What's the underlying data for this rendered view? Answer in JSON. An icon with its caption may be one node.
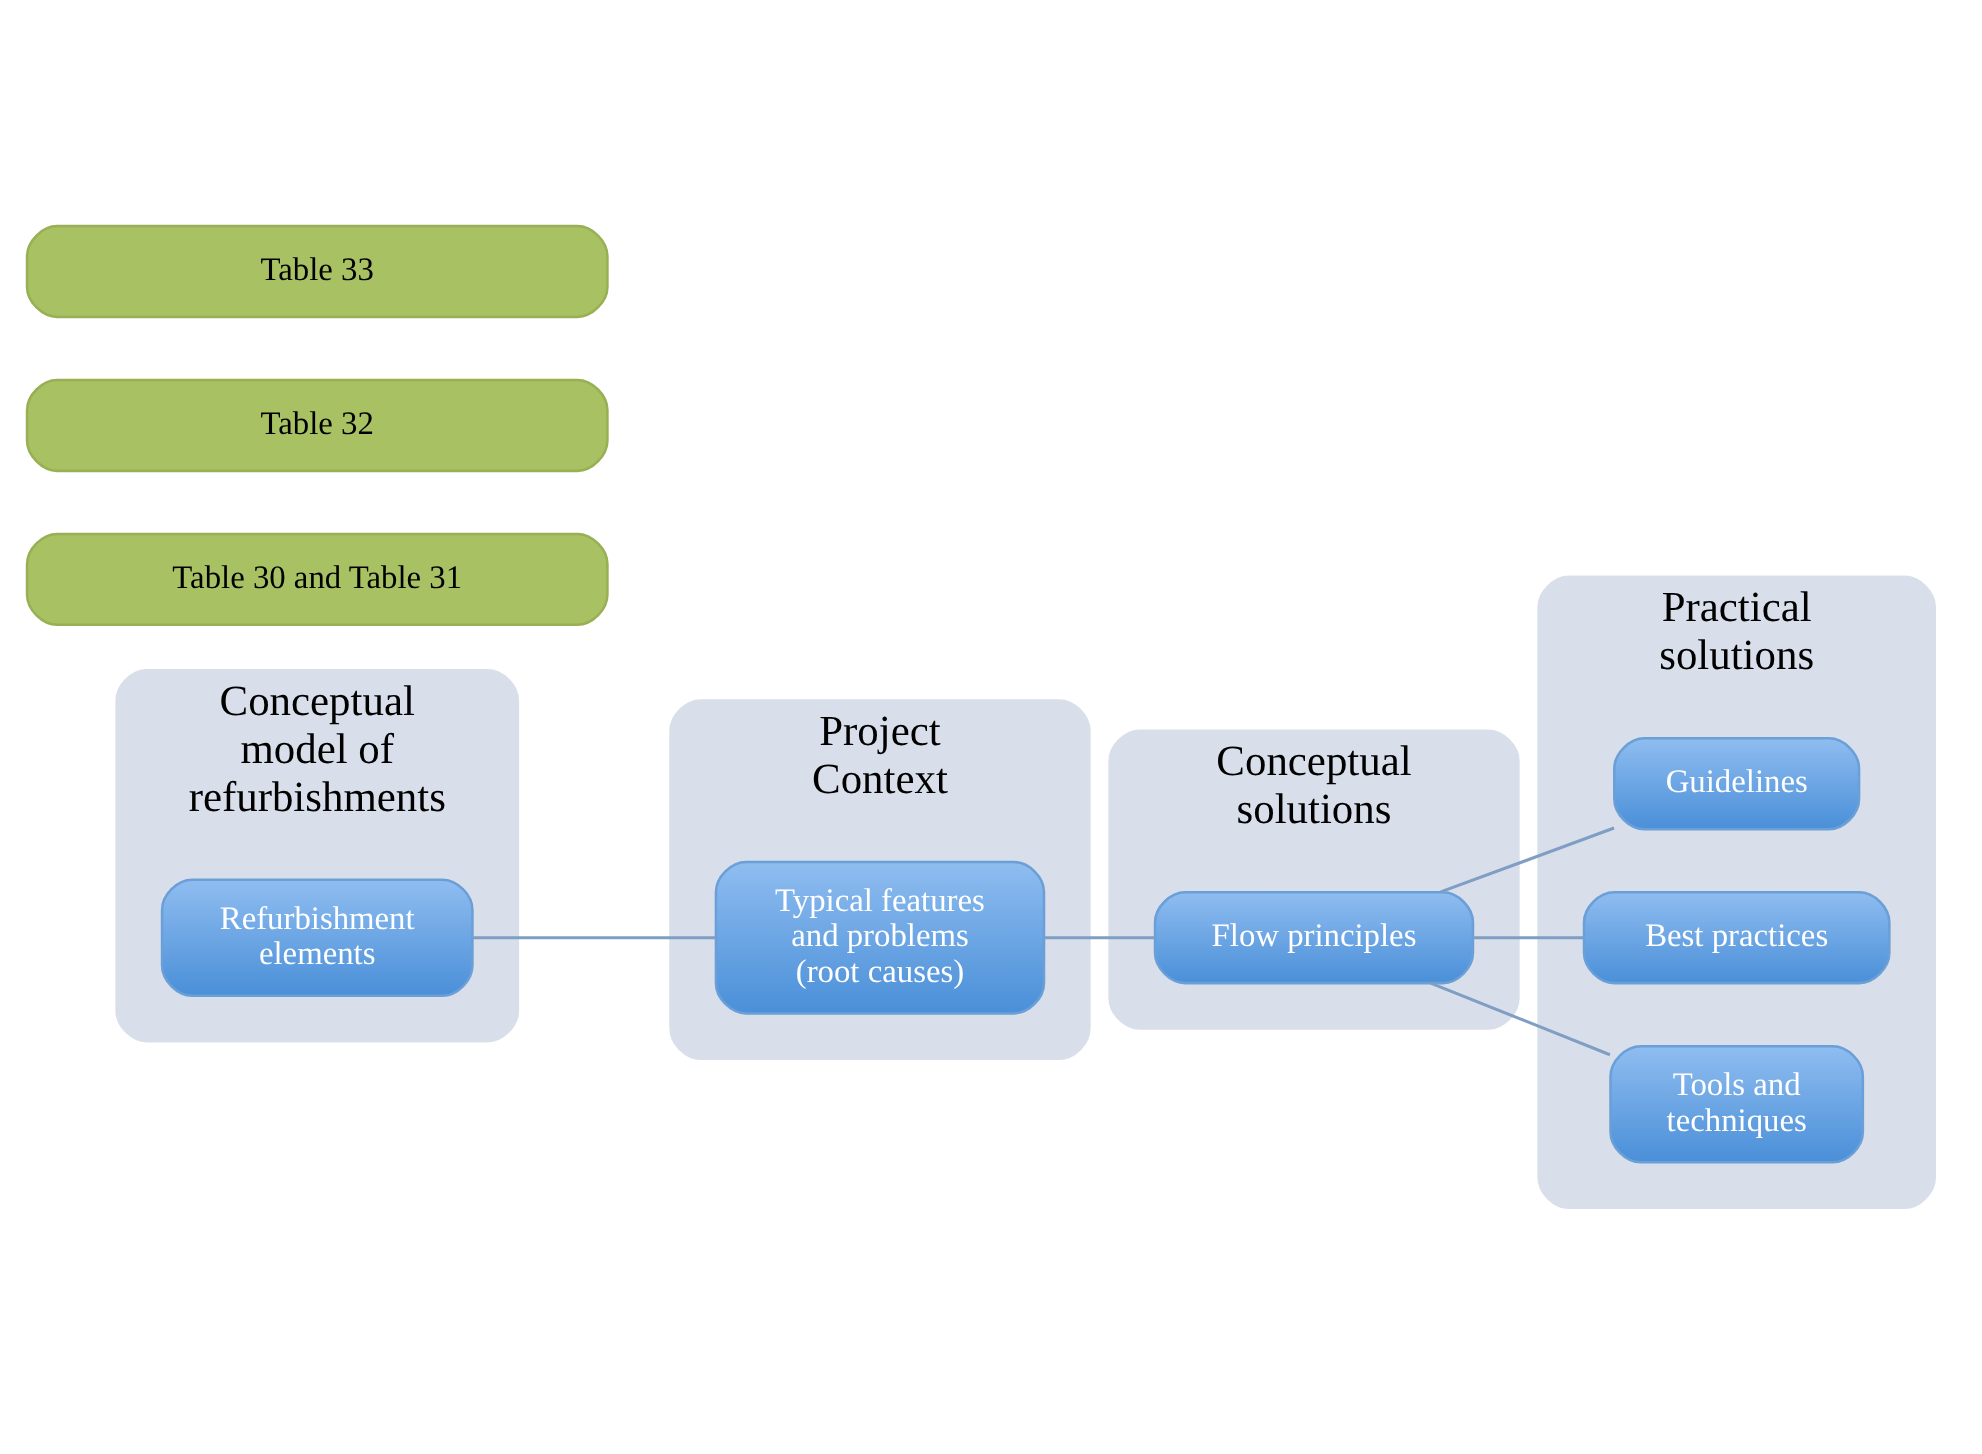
{
  "diagram": {
    "nodes": [
      {
        "text": [
          "Conceptual model of refurbishments"
        ]
      },
      {
        "text": [
          "Project Context"
        ]
      },
      {
        "text": [
          "Conceptual solutions"
        ]
      },
      {
        "text": [
          "Practical solutions"
        ]
      },
      {
        "text": [
          "Refurbishment elements"
        ],
        "in": 0
      },
      {
        "text": [
          "Typical features and problems (root causes)"
        ],
        "in": 1
      },
      {
        "text": [
          "Flow principles"
        ],
        "in": 2
      },
      {
        "text": [
          "Guidelines"
        ],
        "in": 3
      },
      {
        "text": [
          "Best practices"
        ],
        "in": 3
      },
      {
        "text": [
          "Tools and techniques"
        ],
        "in": 3
      },
      {
        "text": [
          "Table 30 and Table 31"
        ]
      },
      {
        "text": [
          "Table 32"
        ]
      },
      {
        "text": [
          "Table 33"
        ]
      }
    ],
    "edges": [
      {
        "from": 4,
        "to": 5,
        "arrow": "none"
      },
      {
        "from": 5,
        "to": 6,
        "arrow": "none"
      },
      {
        "from": 6,
        "to": 7,
        "arrow": "none"
      },
      {
        "from": 6,
        "to": 8,
        "arrow": "none"
      },
      {
        "from": 6,
        "to": 9,
        "arrow": "none"
      }
    ]
  }
}
